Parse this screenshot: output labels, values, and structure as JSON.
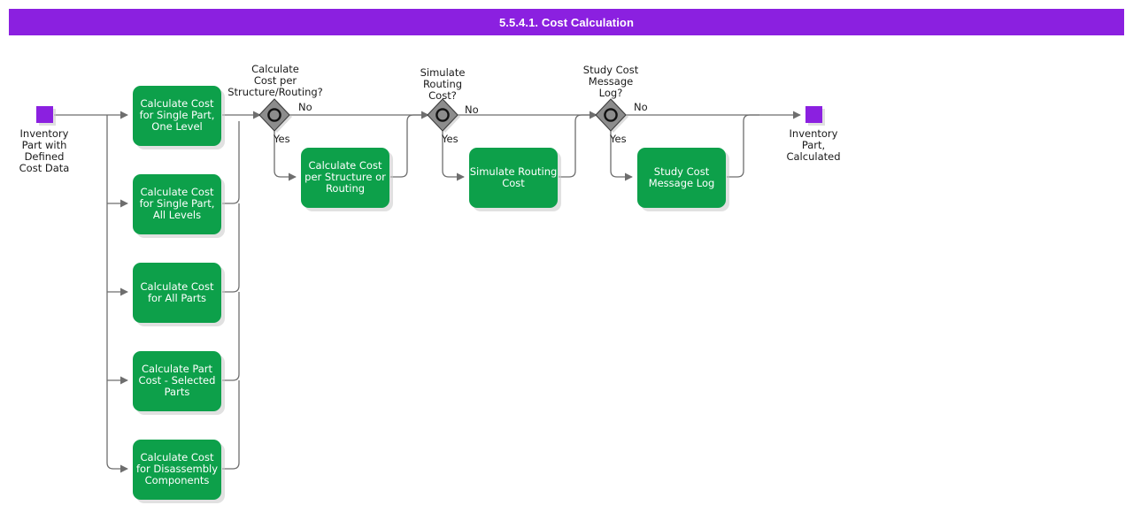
{
  "title": "5.5.4.1. Cost Calculation",
  "theme": {
    "title_bar": "#8B20E0",
    "task_fill": "#0DA04A",
    "event_fill": "#8B20E0",
    "gateway_fill": "#8C8C8C",
    "line": "#6E6E6E",
    "task_text": "#FFFFFF",
    "label_text": "#1A1A1A"
  },
  "diagram": {
    "type": "bpmn-flowchart",
    "start_event": {
      "name": "start-event",
      "label_lines": [
        "Inventory",
        "Part with",
        "Defined",
        "Cost Data"
      ]
    },
    "end_event": {
      "name": "end-event",
      "label_lines": [
        "Inventory",
        "Part,",
        "Calculated"
      ]
    },
    "parallel_tasks": [
      {
        "lines": [
          "Calculate Cost",
          "for Single Part,",
          "One Level"
        ]
      },
      {
        "lines": [
          "Calculate Cost",
          "for Single Part,",
          "All Levels"
        ]
      },
      {
        "lines": [
          "Calculate Cost",
          "for All Parts"
        ]
      },
      {
        "lines": [
          "Calculate Part",
          "Cost - Selected",
          "Parts"
        ]
      },
      {
        "lines": [
          "Calculate Cost",
          "for Disassembly",
          "Components"
        ]
      }
    ],
    "stages": [
      {
        "gateway": {
          "lines": [
            "Calculate",
            "Cost per",
            "Structure/Routing?"
          ]
        },
        "task": {
          "lines": [
            "Calculate Cost",
            "per Structure or",
            "Routing"
          ]
        },
        "yes_label": "Yes",
        "no_label": "No"
      },
      {
        "gateway": {
          "lines": [
            "Simulate",
            "Routing",
            "Cost?"
          ]
        },
        "task": {
          "lines": [
            "Simulate Routing",
            "Cost"
          ]
        },
        "yes_label": "Yes",
        "no_label": "No"
      },
      {
        "gateway": {
          "lines": [
            "Study Cost",
            "Message",
            "Log?"
          ]
        },
        "task": {
          "lines": [
            "Study Cost",
            "Message Log"
          ]
        },
        "yes_label": "Yes",
        "no_label": "No"
      }
    ]
  }
}
